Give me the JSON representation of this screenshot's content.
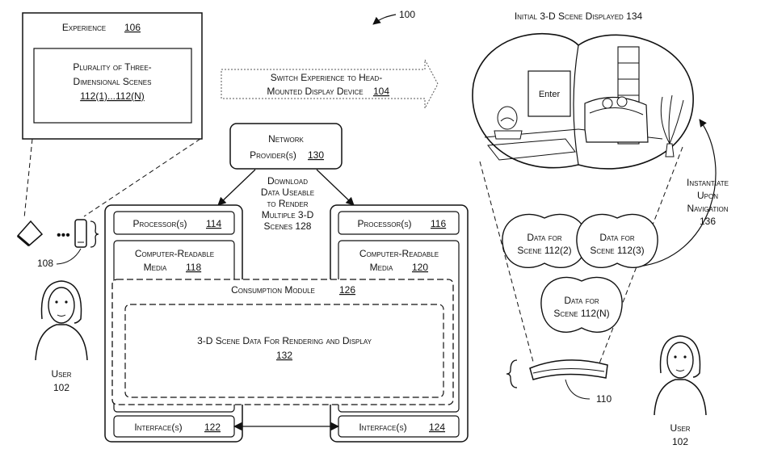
{
  "figure_ref": "100",
  "experience": {
    "title": "Experience",
    "ref": "106",
    "inner_line1": "Plurality of Three-",
    "inner_line2": "Dimensional Scenes",
    "inner_ref": "112(1)...112(N)"
  },
  "switch_arrow": {
    "line1": "Switch Experience to Head-",
    "line2": "Mounted Display Device",
    "ref": "104"
  },
  "network": {
    "line1": "Network",
    "line2": "Provider(s)",
    "ref": "130"
  },
  "download": {
    "line1": "Download",
    "line2": "Data Useable",
    "line3": "to Render",
    "line4": "Multiple 3-D",
    "line5": "Scenes 128"
  },
  "left_device": {
    "processor": "Processor(s)",
    "processor_ref": "114",
    "crm_line1": "Computer-Readable",
    "crm_line2": "Media",
    "crm_ref": "118",
    "interface": "Interface(s)",
    "interface_ref": "122"
  },
  "right_device": {
    "processor": "Processor(s)",
    "processor_ref": "116",
    "crm_line1": "Computer-Readable",
    "crm_line2": "Media",
    "crm_ref": "120",
    "interface": "Interface(s)",
    "interface_ref": "124"
  },
  "consumption": {
    "label": "Consumption Module",
    "ref": "126",
    "inner_line1": "3-D Scene Data For Rendering and Display",
    "inner_ref": "132"
  },
  "user_left": {
    "label": "User",
    "ref": "102"
  },
  "user_right": {
    "label": "User",
    "ref": "102"
  },
  "device_ref_left": "108",
  "hmd_ref": "110",
  "initial_scene": {
    "title": "Initial 3-D Scene Displayed 134",
    "enter_label": "Enter"
  },
  "instantiate": {
    "line1": "Instantiate",
    "line2": "Upon",
    "line3": "Navigation",
    "line4": "136"
  },
  "scene_data": [
    {
      "line1": "Data for",
      "line2": "Scene 112(2)"
    },
    {
      "line1": "Data for",
      "line2": "Scene 112(3)"
    },
    {
      "line1": "Data for",
      "line2": "Scene 112(N)"
    }
  ]
}
